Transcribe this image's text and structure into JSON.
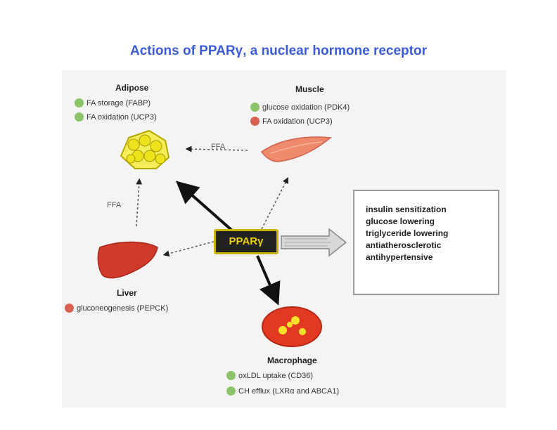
{
  "title": "Actions of PPARγ, a nuclear hormone receptor",
  "center": {
    "label": "PPARγ"
  },
  "tissues": {
    "adipose": {
      "label": "Adipose",
      "bullets": [
        {
          "text": "FA storage (FABP)",
          "color": "#8cc46a"
        },
        {
          "text": "FA oxidation (UCP3)",
          "color": "#8cc46a"
        }
      ]
    },
    "muscle": {
      "label": "Muscle",
      "bullets": [
        {
          "text": "glucose oxidation (PDK4)",
          "color": "#8cc46a"
        },
        {
          "text": "FA oxidation (UCP3)",
          "color": "#d9614f"
        }
      ]
    },
    "liver": {
      "label": "Liver",
      "bullets": [
        {
          "text": "gluconeogenesis (PEPCK)",
          "color": "#d9614f"
        }
      ]
    },
    "macrophage": {
      "label": "Macrophage",
      "bullets": [
        {
          "text": "oxLDL uptake (CD36)",
          "color": "#8cc46a"
        },
        {
          "text": "CH efflux (LXRα and ABCA1)",
          "color": "#8cc46a"
        }
      ]
    }
  },
  "flows": {
    "muscle_to_adipose": "FFA",
    "liver_to_adipose": "FFA"
  },
  "effects": {
    "items": [
      "insulin sensitization",
      "glucose lowering",
      "triglyceride lowering",
      "antiatherosclerotic",
      "antihypertensive"
    ]
  }
}
